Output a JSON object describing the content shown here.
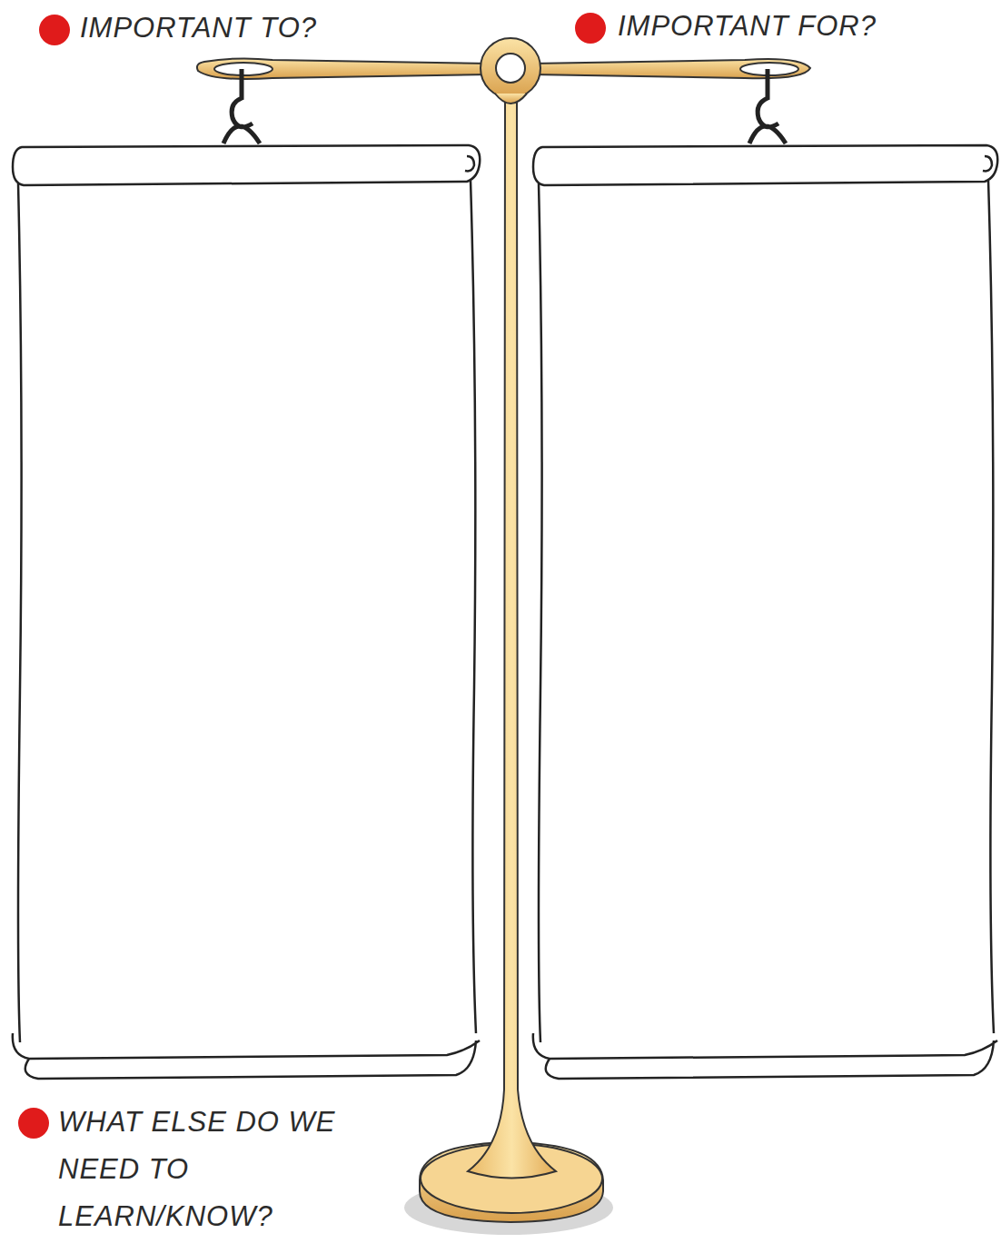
{
  "diagram": {
    "nodes": [
      {
        "text": [
          "IMPORTANT TO?"
        ]
      },
      {
        "text": [
          "IMPORTANT FOR?"
        ]
      }
    ],
    "labels": [
      "WHAT ELSE DO WE NEED TO LEARN/KNOW?"
    ]
  }
}
